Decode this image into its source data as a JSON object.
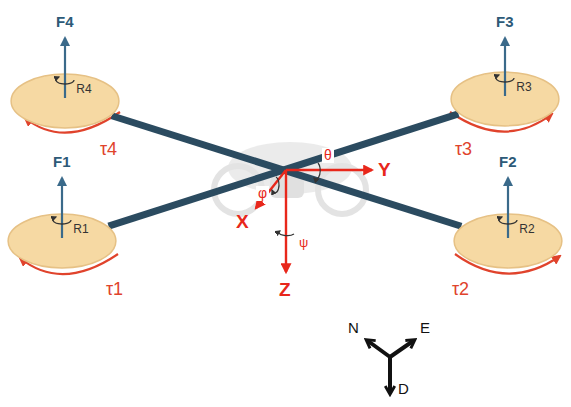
{
  "diagram": {
    "nodes": [
      {
        "text": [
          "R4"
        ]
      },
      {
        "text": [
          "R3"
        ]
      },
      {
        "text": [
          "R1"
        ]
      },
      {
        "text": [
          "R2"
        ]
      }
    ],
    "edges": [
      {
        "from": 0,
        "to": 3,
        "arrow": "none"
      },
      {
        "from": 2,
        "to": 1,
        "arrow": "none"
      }
    ],
    "labels": [
      "F4",
      "F3",
      "F1",
      "F2",
      "τ4",
      "τ3",
      "τ1",
      "τ2",
      "φ",
      "θ",
      "Y",
      "X",
      "ψ",
      "Z",
      "N",
      "E",
      "D"
    ]
  }
}
